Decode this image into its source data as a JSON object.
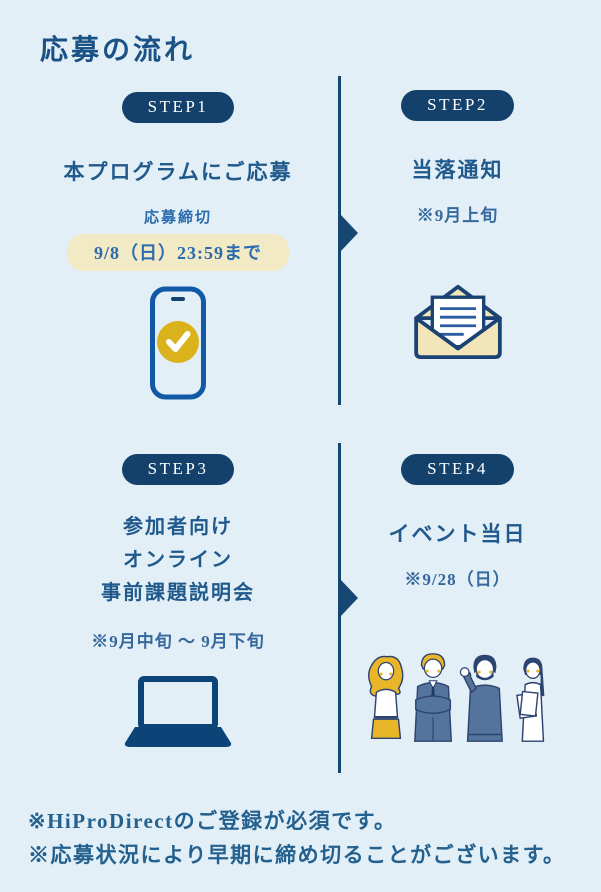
{
  "title": "応募の流れ",
  "steps": [
    {
      "badge": "STEP1",
      "heading": "本プログラムにご応募",
      "deadline_label": "応募締切",
      "deadline_value": "9/8（日）23:59まで",
      "icon": "smartphone-check-icon"
    },
    {
      "badge": "STEP2",
      "heading": "当落通知",
      "note": "※9月上旬",
      "icon": "open-envelope-icon"
    },
    {
      "badge": "STEP3",
      "heading_lines": [
        "参加者向け",
        "オンライン",
        "事前課題説明会"
      ],
      "note": "※9月中旬 〜 9月下旬",
      "icon": "laptop-icon"
    },
    {
      "badge": "STEP4",
      "heading": "イベント当日",
      "note": "※9/28（日）",
      "icon": "people-illustration"
    }
  ],
  "footnotes": [
    "※HiProDirectのご登録が必須です。",
    "※応募状況により早期に締め切ることがございます。"
  ],
  "colors": {
    "background": "#e3eff6",
    "navy": "#164672",
    "badge_navy": "#14416b",
    "heading_blue": "#20598c",
    "note_blue": "#35689d",
    "highlight_bg": "#f2e9c5",
    "highlight_text": "#2a6cad",
    "accent_yellow": "#d9b21c",
    "phone_blue": "#1159a6",
    "envelope_cream": "#f2e5b8",
    "illustration_blue": "#54749e"
  }
}
